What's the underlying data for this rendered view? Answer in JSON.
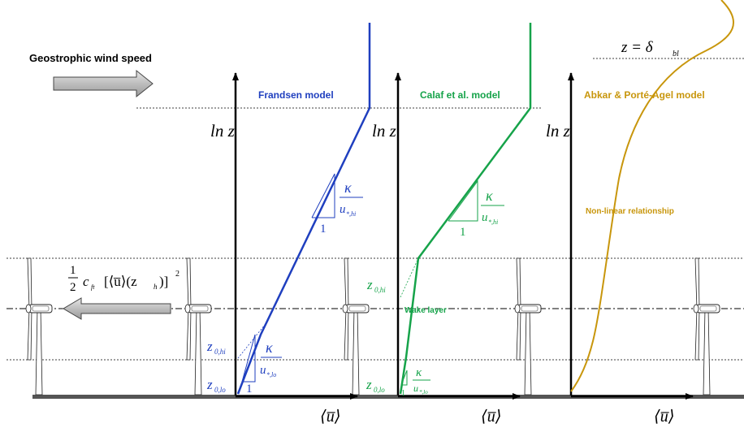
{
  "header": {
    "geostrophic_label": "Geostrophic wind speed",
    "bl_top_label": "z = δ",
    "bl_top_sub": "bl"
  },
  "models": {
    "frandsen": {
      "title": "Frandsen model",
      "color": "#1f3fbf"
    },
    "calaf": {
      "title": "Calaf et al. model",
      "color": "#16a34a"
    },
    "abkar": {
      "title": "Abkar & Porté-Agel model",
      "color": "#c8960c"
    }
  },
  "axes": {
    "y_label": "ln z",
    "x_label": "⟨u̅⟩"
  },
  "slope": {
    "kappa": "κ",
    "one": "1",
    "u_hi_main": "u",
    "u_hi_sub": "*,hi",
    "u_lo_main": "u",
    "u_lo_sub": "*,lo"
  },
  "roughness": {
    "z_main": "z",
    "hi_sub": "0,hi",
    "lo_sub": "0,lo"
  },
  "annotations": {
    "wake_layer": "Wake layer",
    "nonlinear": "Non-linear relationship"
  },
  "force": {
    "half_num": "1",
    "half_den": "2",
    "expr_main": "c",
    "expr_sub": "ft",
    "expr_rest": "[⟨u̅⟩(z",
    "expr_h": "h",
    "expr_end": ")]",
    "expr_sq": "2"
  }
}
